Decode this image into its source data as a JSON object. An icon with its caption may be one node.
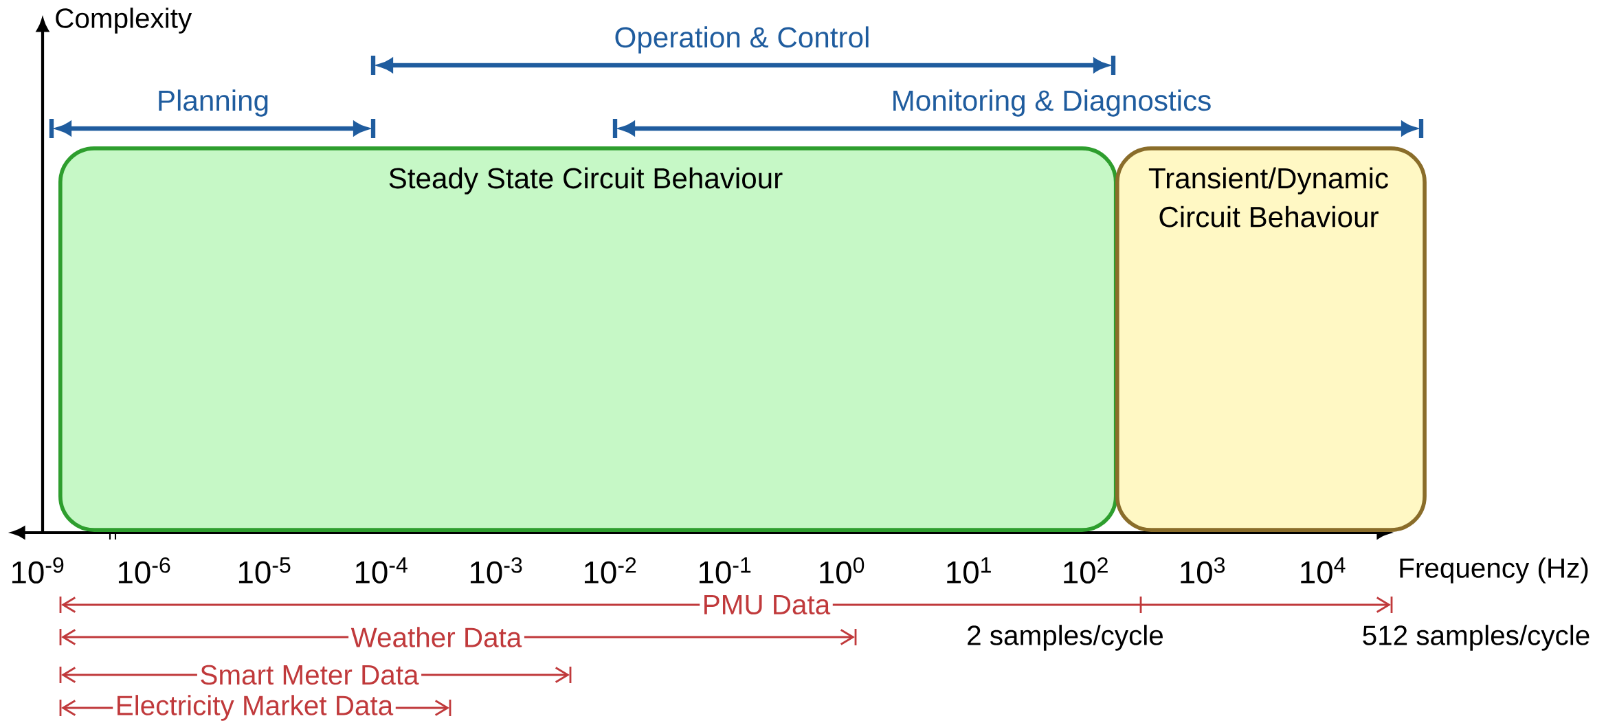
{
  "diagram": {
    "nodes": [
      {
        "text": [
          "Steady State Circuit Behaviour"
        ]
      },
      {
        "text": [
          "Transient/Dynamic Circuit Behaviour"
        ]
      }
    ],
    "labels": [
      "Complexity",
      "Operation & Control",
      "Planning",
      "Monitoring & Diagnostics",
      "10$^{-9}$",
      "10$^{-6}$",
      "10$^{-5}$",
      "10$^{-4}$",
      "10$^{-3}$",
      "10$^{-2}$",
      "10$^{-1}$",
      "10$^{0}$",
      "10$^{1}$",
      "10$^{2}$",
      "10$^{3}$",
      "10$^{4}$",
      "Frequency (Hz)",
      "PMU Data",
      "Weather Data",
      "2 samples/cycle",
      "512 samples/cycle",
      "Smart Meter Data",
      "Electricity Market Data"
    ]
  }
}
